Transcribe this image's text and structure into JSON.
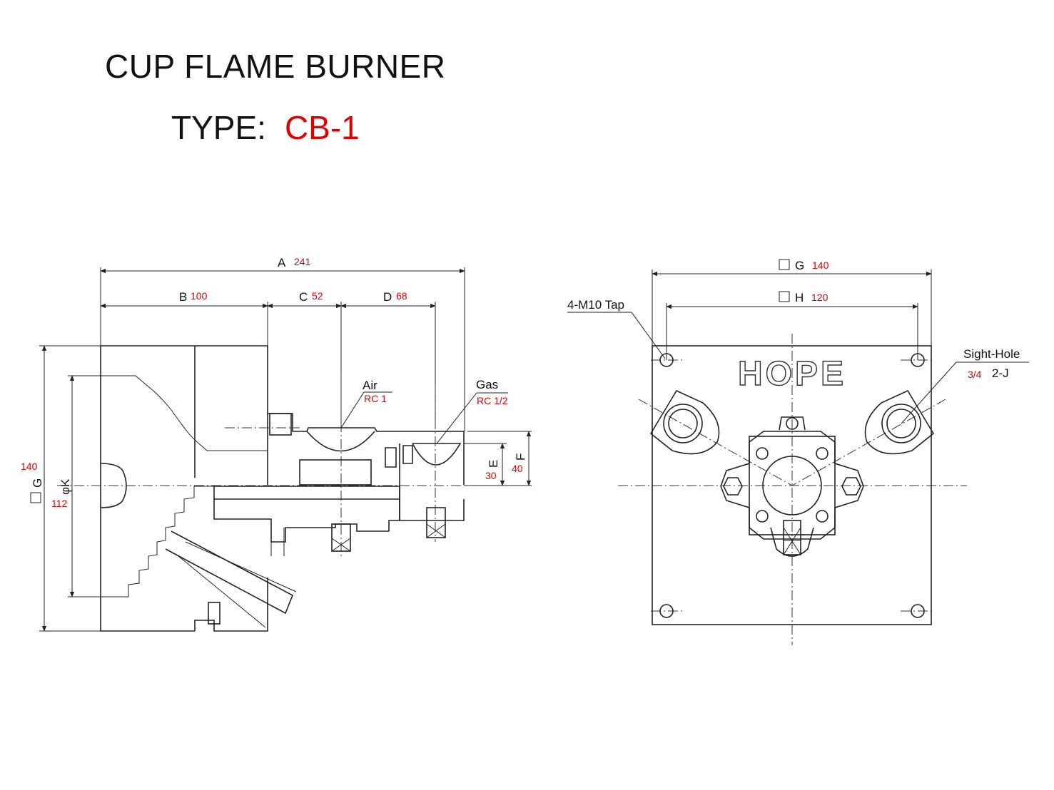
{
  "title": "CUP FLAME BURNER",
  "type_label": "TYPE:",
  "model": "CB-1",
  "side_view": {
    "dims": {
      "A": {
        "label": "A",
        "value": "241"
      },
      "B": {
        "label": "B",
        "value": "100"
      },
      "C": {
        "label": "C",
        "value": "52"
      },
      "D": {
        "label": "D",
        "value": "68"
      },
      "E": {
        "label": "E",
        "value": "30"
      },
      "F": {
        "label": "F",
        "value": "40"
      },
      "G": {
        "label": "G",
        "value": "140"
      },
      "K": {
        "label": "φK",
        "value": "112"
      }
    },
    "air": {
      "label": "Air",
      "thread": "RC 1"
    },
    "gas": {
      "label": "Gas",
      "thread": "RC 1/2"
    }
  },
  "front_view": {
    "G": {
      "label": "G",
      "value": "140"
    },
    "H": {
      "label": "H",
      "value": "120"
    },
    "tap": "4-M10 Tap",
    "sight": {
      "label": "Sight-Hole",
      "size": "3/4",
      "qty": "2-J"
    },
    "logo": "HOPE"
  }
}
